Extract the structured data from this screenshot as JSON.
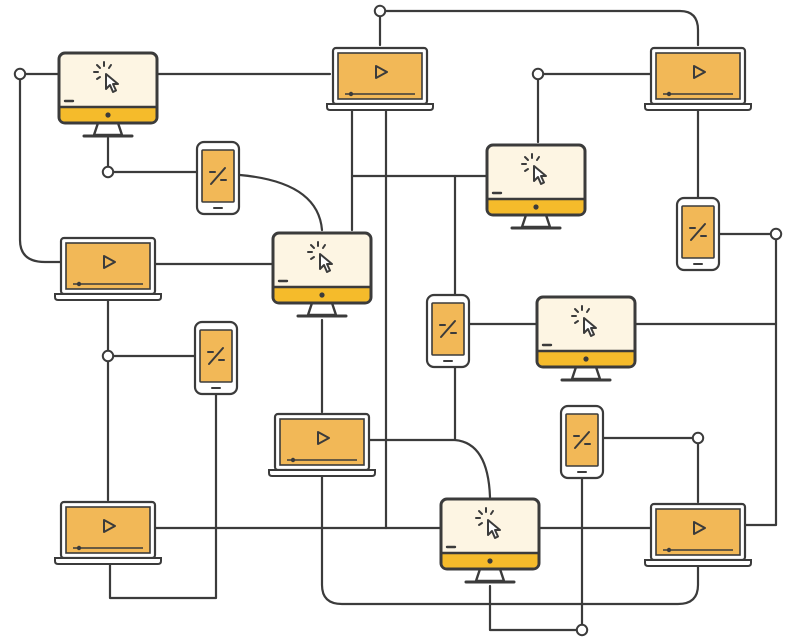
{
  "colors": {
    "stroke": "#3b3b3b",
    "screen_fill": "#f2b857",
    "monitor_screen": "#fdf5e3",
    "monitor_bar": "#f5bb2b",
    "device_body": "#ffffff",
    "wire": "#3b3b3b",
    "node_fill": "#ffffff"
  },
  "device_icons": {
    "monitor": "cursor-click-icon",
    "laptop": "play-icon",
    "phone": "percent-icon"
  },
  "devices": [
    {
      "id": "monitor-top-left",
      "type": "monitor"
    },
    {
      "id": "monitor-center",
      "type": "monitor"
    },
    {
      "id": "monitor-right-top",
      "type": "monitor"
    },
    {
      "id": "monitor-right-mid",
      "type": "monitor"
    },
    {
      "id": "monitor-bottom",
      "type": "monitor"
    },
    {
      "id": "laptop-top-center",
      "type": "laptop"
    },
    {
      "id": "laptop-top-right",
      "type": "laptop"
    },
    {
      "id": "laptop-left",
      "type": "laptop"
    },
    {
      "id": "laptop-center",
      "type": "laptop"
    },
    {
      "id": "laptop-bottom-left",
      "type": "laptop"
    },
    {
      "id": "laptop-bottom-right",
      "type": "laptop"
    },
    {
      "id": "phone-upper-left",
      "type": "phone"
    },
    {
      "id": "phone-lower-left",
      "type": "phone"
    },
    {
      "id": "phone-center",
      "type": "phone"
    },
    {
      "id": "phone-right",
      "type": "phone"
    },
    {
      "id": "phone-lower-right",
      "type": "phone"
    }
  ]
}
